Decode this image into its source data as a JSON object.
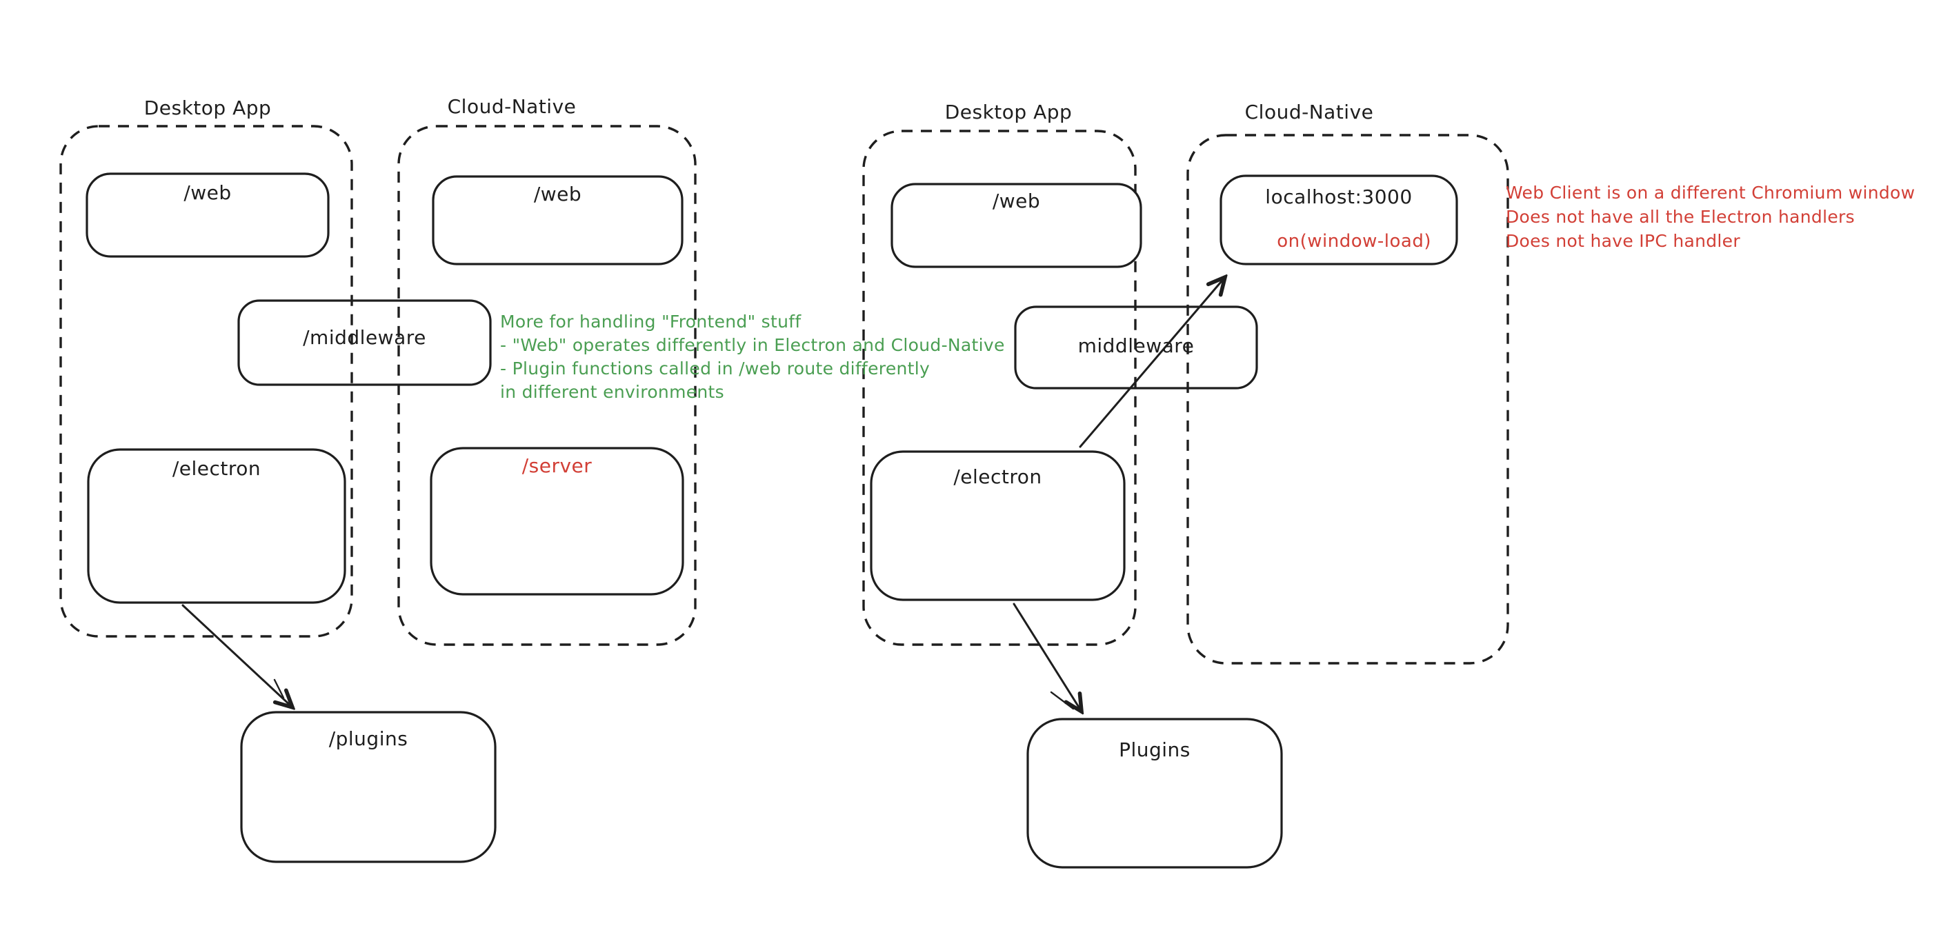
{
  "palette": {
    "ink": "#1e1e1e",
    "green": "#4a9e52",
    "red": "#d23f36",
    "background": "#ffffff"
  },
  "left": {
    "desktop_app": {
      "title": "Desktop App",
      "web": "/web",
      "electron": "/electron"
    },
    "cloud_native": {
      "title": "Cloud-Native",
      "web": "/web",
      "server": "/server"
    },
    "middleware": "/middleware",
    "plugins": "/plugins",
    "green_note": "More for handling \"Frontend\" stuff\n- \"Web\" operates differently in Electron and Cloud-Native\n- Plugin functions called in /web route differently\nin different environments"
  },
  "right": {
    "desktop_app": {
      "title": "Desktop App",
      "web": "/web",
      "electron": "/electron"
    },
    "cloud_native": {
      "title": "Cloud-Native",
      "localhost": "localhost:3000",
      "on_window_load": "on(window-load)"
    },
    "middleware": "middleware",
    "plugins": "Plugins",
    "red_note": "Web Client is on a different Chromium window\nDoes not have all the Electron handlers\nDoes not have IPC handler"
  }
}
